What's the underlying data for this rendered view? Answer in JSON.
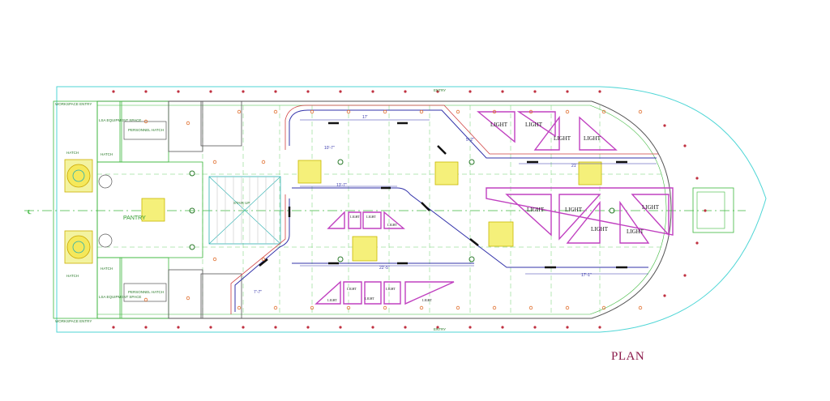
{
  "drawing": {
    "title": "PLAN",
    "labels": {
      "workspace_entry_top": "WORKSPACE ENTRY",
      "workspace_entry_bottom": "WORKSPACE ENTRY",
      "lsa_top": "LSA EQUIPMENT SPACE",
      "lsa_bottom": "LSA EQUIPMENT SPACE",
      "hatch_1": "HATCH",
      "hatch_2": "HATCH",
      "hatch_3": "HATCH",
      "hatch_4": "HATCH",
      "hatch_small_top": "PERSONNEL HATCH",
      "hatch_small_bottom": "PERSONNEL HATCH",
      "pantry": "PANTRY",
      "stair": "STAIR UP",
      "entry_top": "ENTRY",
      "entry_bottom": "ENTRY"
    },
    "light_label": "LIGHT",
    "dims": [
      "17'",
      "10'-7\"",
      "5'-2\"",
      "21'",
      "13'-7\"",
      "22'-5\"",
      "17'-1\"",
      "7'-7\""
    ],
    "colors": {
      "hull": "#4fd6d6",
      "deck": "#3cb83c",
      "light": "#c040c0",
      "rail": "#3333aa",
      "title": "#8b1a4a",
      "marker": "#e07030",
      "dot": "#c03040"
    }
  }
}
